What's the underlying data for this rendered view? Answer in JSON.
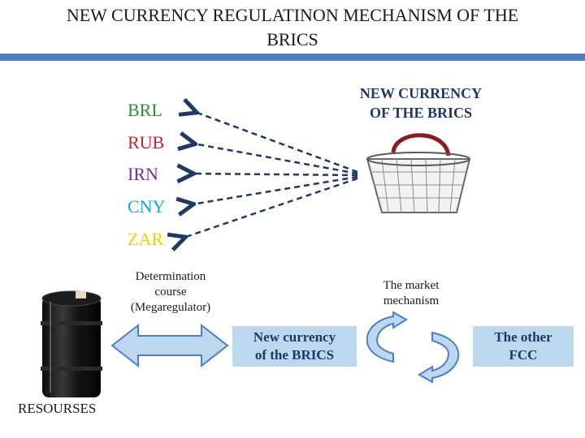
{
  "title": {
    "line1": "NEW CURRENCY REGULATINON MECHANISM OF THE",
    "line2": "BRICS"
  },
  "basket_label": {
    "line1": "NEW CURRENCY",
    "line2": "OF THE BRICS"
  },
  "currencies": [
    {
      "code": "BRL",
      "color": "#2e8b3c"
    },
    {
      "code": "RUB",
      "color": "#c0282d"
    },
    {
      "code": "IRN",
      "color": "#7030a0"
    },
    {
      "code": "CNY",
      "color": "#1aa0d8"
    },
    {
      "code": "ZAR",
      "color": "#e8d400"
    }
  ],
  "determination": {
    "line1": "Determination",
    "line2": "course",
    "line3": "(Megaregulator)"
  },
  "market": {
    "line1": "The market",
    "line2": "mechanism"
  },
  "new_currency_box": {
    "line1": "New currency",
    "line2": "of the BRICS"
  },
  "other_fcc_box": {
    "line1": "The other",
    "line2": "FCC"
  },
  "resources_label": "RESOURSES",
  "colors": {
    "accent_bar": "#4f7fc5",
    "box_fill": "#bdd7ee",
    "arrow_stroke": "#1f3864"
  }
}
